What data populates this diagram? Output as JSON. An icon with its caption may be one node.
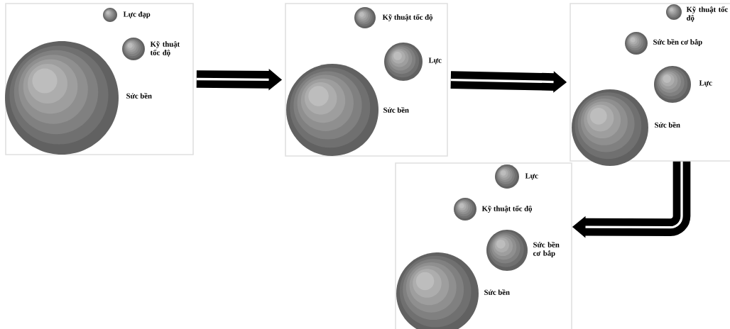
{
  "diagram": {
    "nodes": [
      {
        "text": [],
        "shape": "box"
      },
      {
        "text": [
          "Lực đạp"
        ],
        "in": 0
      },
      {
        "text": [
          "Kỹ thuật tốc độ"
        ],
        "in": 0
      },
      {
        "text": [
          "Sức bền"
        ],
        "in": 0
      },
      {
        "text": [],
        "shape": "box"
      },
      {
        "text": [
          "Kỹ thuật tốc độ"
        ],
        "in": 4
      },
      {
        "text": [
          "Lực"
        ],
        "in": 4
      },
      {
        "text": [
          "Sức bền"
        ],
        "in": 4
      },
      {
        "text": [],
        "shape": "box"
      },
      {
        "text": [
          "Kỹ thuật tốc độ"
        ],
        "in": 8
      },
      {
        "text": [
          "Sức bền cơ bắp"
        ],
        "in": 8
      },
      {
        "text": [
          "Lực"
        ],
        "in": 8
      },
      {
        "text": [
          "Sức bền"
        ],
        "in": 8
      },
      {
        "text": [],
        "shape": "box"
      },
      {
        "text": [
          "Lực"
        ],
        "in": 13
      },
      {
        "text": [
          "Kỹ thuật tốc độ"
        ],
        "in": 13
      },
      {
        "text": [
          "Sức bền cơ bắp"
        ],
        "in": 13
      },
      {
        "text": [
          "Sức bền"
        ],
        "in": 13
      }
    ],
    "edges": [
      {
        "from": 0,
        "to": 4,
        "arrow": "to"
      },
      {
        "from": 4,
        "to": 8,
        "arrow": "to"
      },
      {
        "from": 8,
        "to": 13,
        "arrow": "to"
      }
    ]
  }
}
